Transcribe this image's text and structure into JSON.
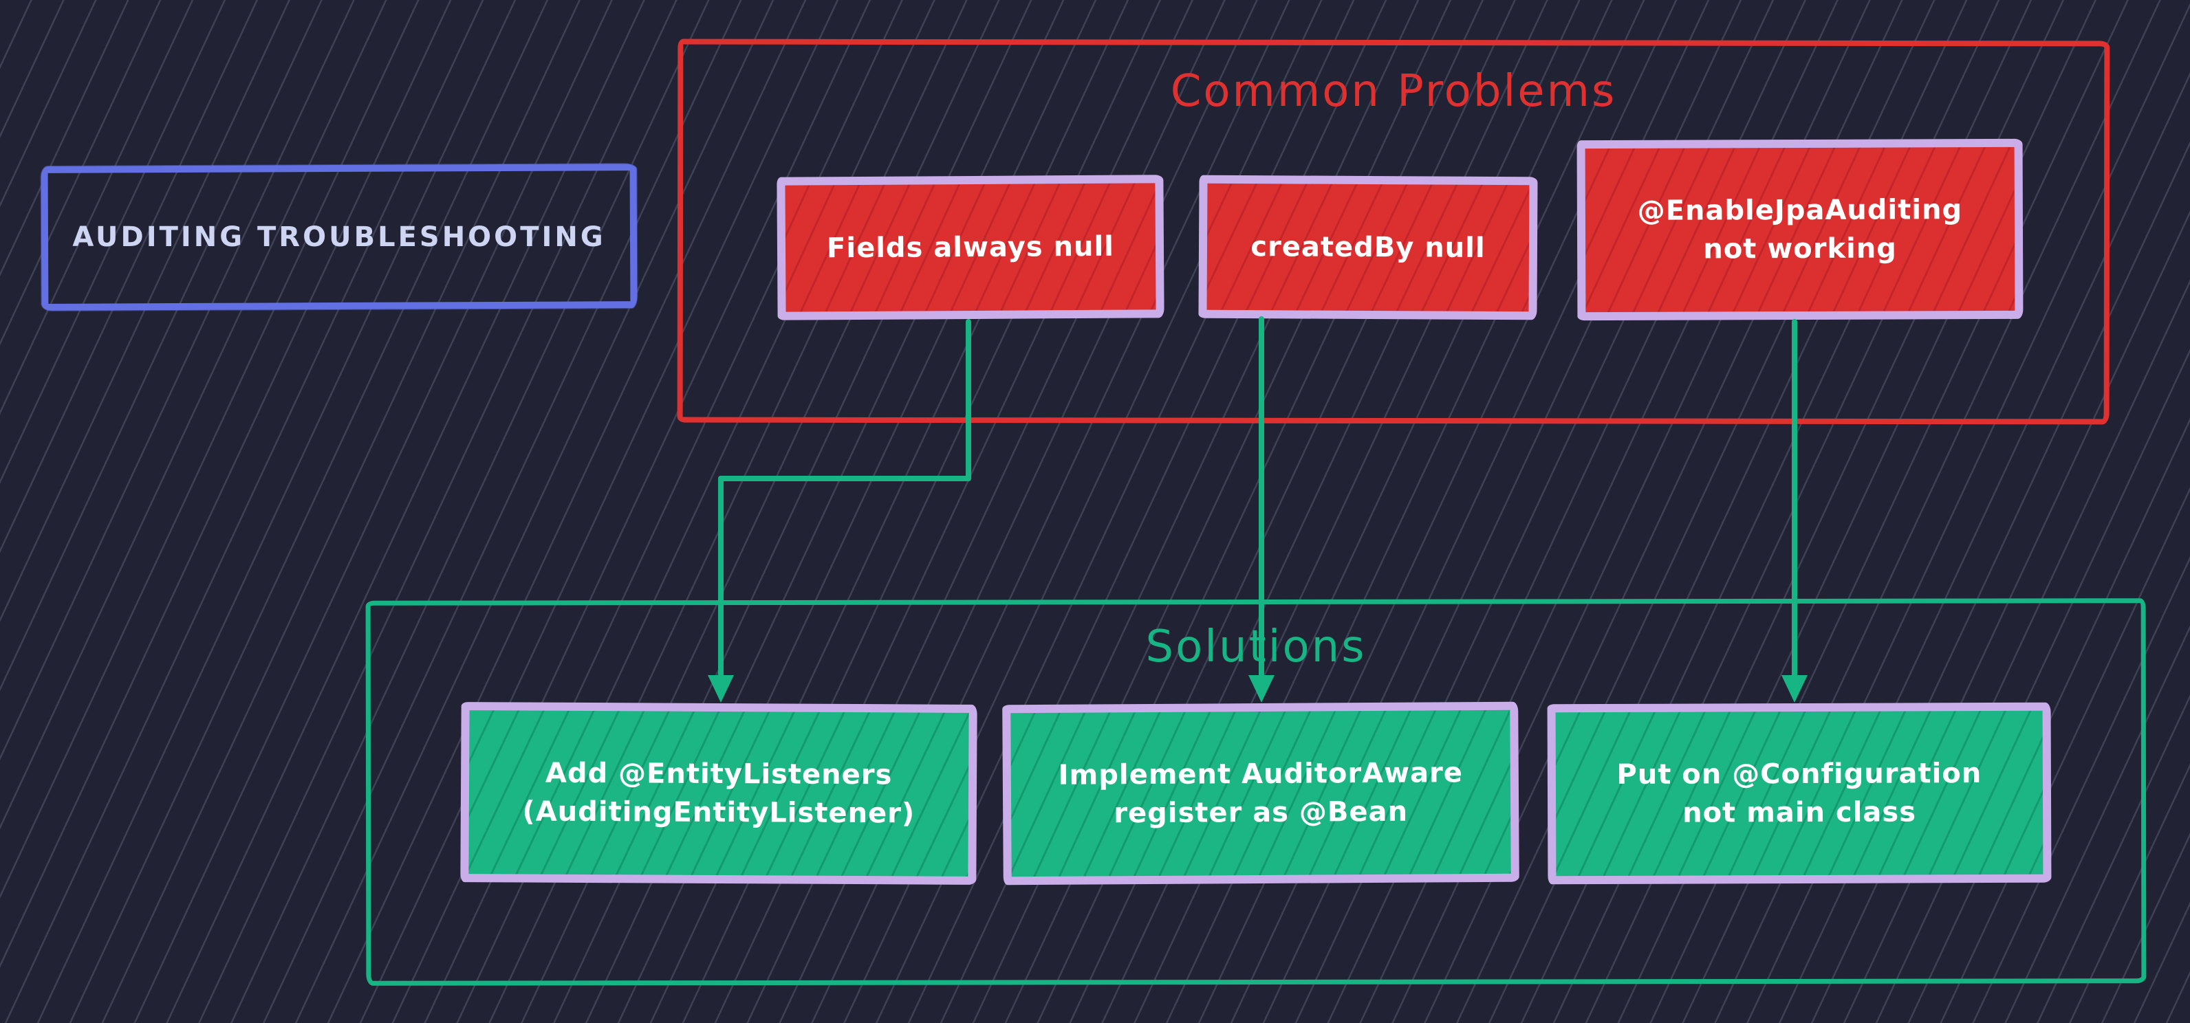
{
  "diagram": {
    "kind": "troubleshooting-flowchart",
    "title_box": {
      "label": "AUDITING TROUBLESHOOTING"
    },
    "problems": {
      "title": "Common Problems",
      "items": [
        {
          "id": "fields-always-null",
          "label": "Fields always null"
        },
        {
          "id": "createdby-null",
          "label": "createdBy null"
        },
        {
          "id": "enablejpaauditing-not-working",
          "label": "@EnableJpaAuditing\nnot working"
        }
      ]
    },
    "solutions": {
      "title": "Solutions",
      "items": [
        {
          "id": "add-entitylisteners",
          "label": "Add @EntityListeners\n(AuditingEntityListener)"
        },
        {
          "id": "implement-auditoraware",
          "label": "Implement AuditorAware\nregister as @Bean"
        },
        {
          "id": "put-on-configuration",
          "label": "Put on @Configuration\nnot main class"
        }
      ]
    },
    "connections": [
      {
        "from": "fields-always-null",
        "to": "add-entitylisteners"
      },
      {
        "from": "createdby-null",
        "to": "implement-auditoraware"
      },
      {
        "from": "enablejpaauditing-not-working",
        "to": "put-on-configuration"
      }
    ],
    "palette": {
      "background": "#212233",
      "hatch_line": "#a4aed2",
      "blue_stroke": "#6270e4",
      "blue_text": "#ced5f2",
      "red_stroke": "#e03131",
      "red_fill": "#dc2f30",
      "green_stroke": "#16b583",
      "green_fill": "#1cb584",
      "lavender_stroke": "#c9aeea",
      "node_text": "#ffffff"
    }
  }
}
